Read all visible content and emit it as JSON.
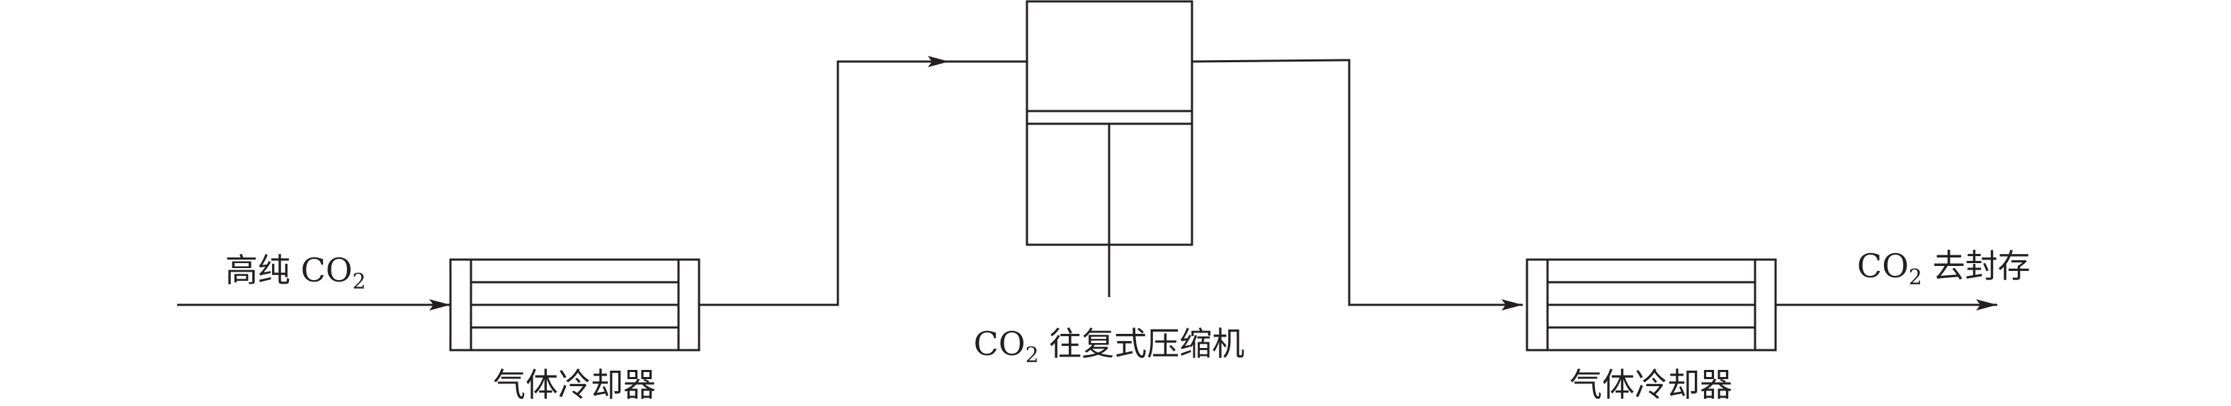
{
  "labels": {
    "inlet": {
      "prefix": "高纯 ",
      "formula": "CO",
      "subscript": "2",
      "suffix": ""
    },
    "cooler_left": "气体冷却器",
    "compressor": {
      "prefix": "",
      "formula": "CO",
      "subscript": "2",
      "suffix": " 往复式压缩机"
    },
    "cooler_right": "气体冷却器",
    "outlet": {
      "prefix": "",
      "formula": "CO",
      "subscript": "2",
      "suffix": " 去封存"
    }
  },
  "colors": {
    "stroke": "#231f20",
    "background": "#ffffff"
  }
}
